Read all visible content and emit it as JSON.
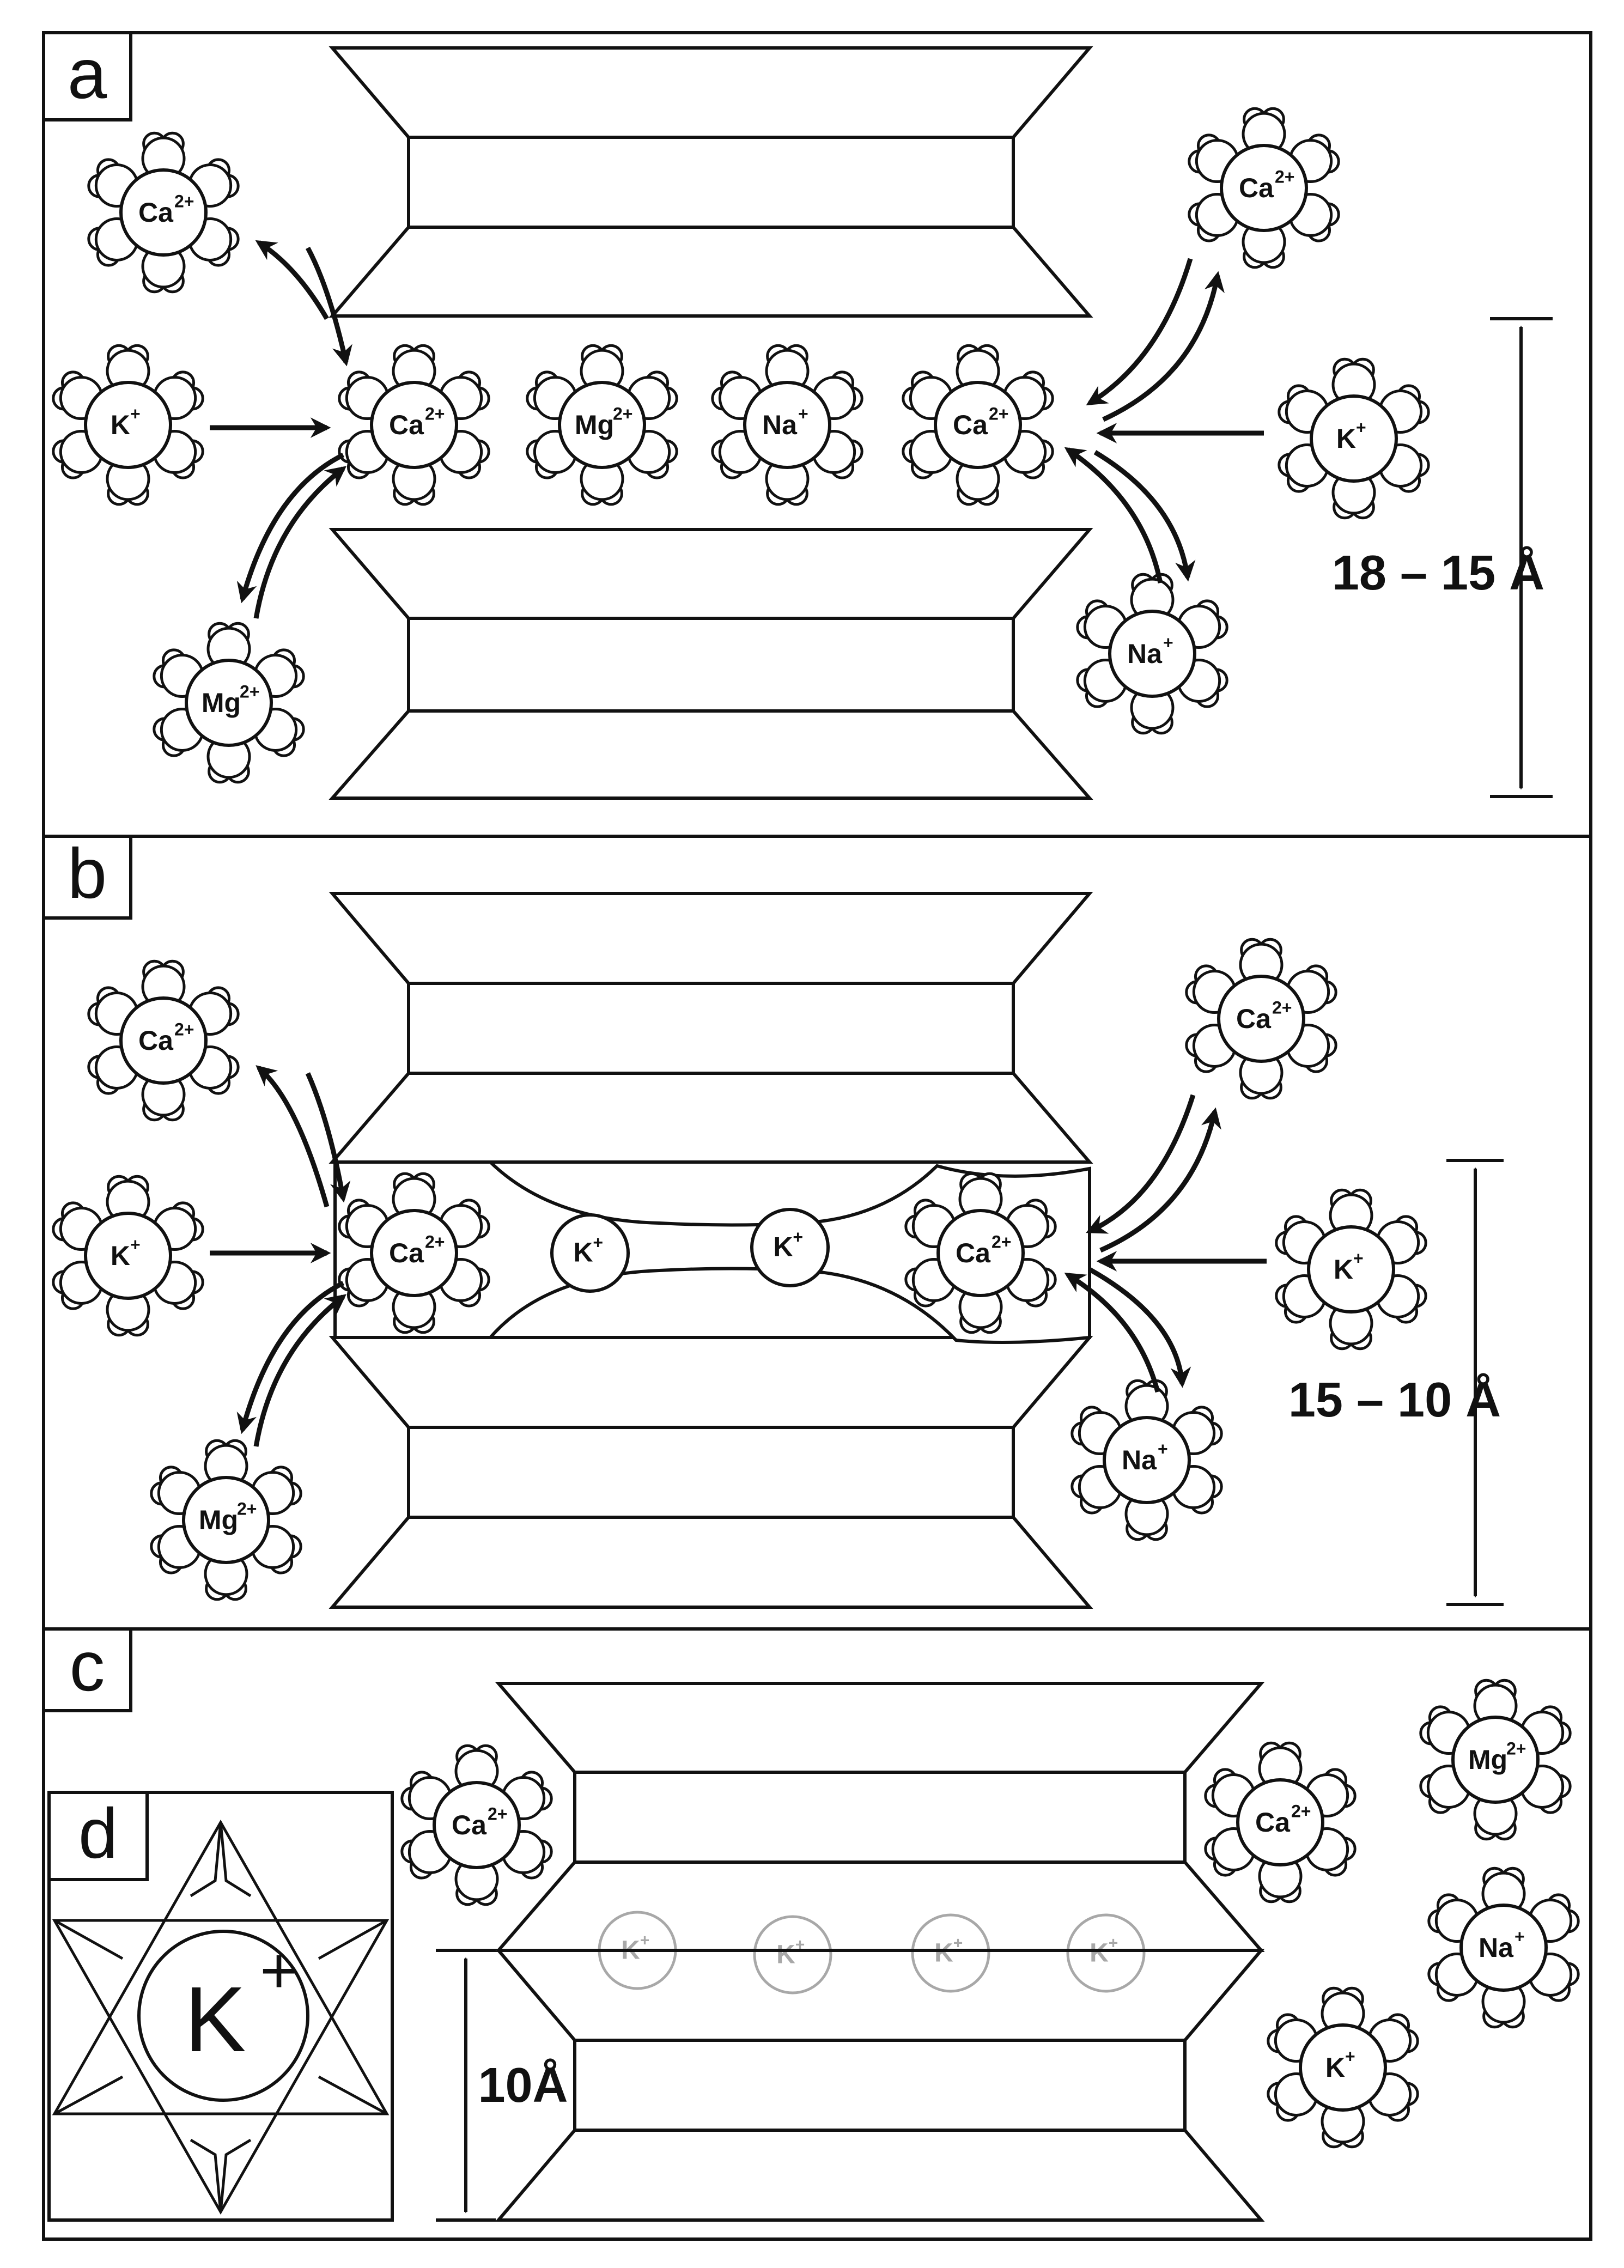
{
  "panels": {
    "a": {
      "label": "a",
      "spacing": "18 – 15 Å",
      "interlayer_ions": [
        "Ca",
        "Mg",
        "Na",
        "Ca"
      ],
      "outer_ions": {
        "left": [
          "Ca",
          "K",
          "Mg"
        ],
        "right": [
          "Ca",
          "K",
          "Na"
        ]
      }
    },
    "b": {
      "label": "b",
      "spacing": "15 – 10 Å",
      "interlayer_ions": [
        "Ca",
        "K",
        "K",
        "Ca"
      ],
      "outer_ions": {
        "left": [
          "Ca",
          "K",
          "Mg"
        ],
        "right": [
          "Ca",
          "K",
          "Na"
        ]
      }
    },
    "c": {
      "label": "c",
      "spacing": "10Å",
      "edge_ions": [
        "Ca",
        "Ca"
      ],
      "fixed_ions": [
        "K",
        "K",
        "K",
        "K"
      ],
      "released_ions": [
        "Mg",
        "Na",
        "K"
      ]
    },
    "d": {
      "label": "d",
      "ion": "K",
      "charge": "+"
    }
  },
  "ions": {
    "Ca": {
      "symbol": "Ca",
      "charge": "2+"
    },
    "Mg": {
      "symbol": "Mg",
      "charge": "2+"
    },
    "Na": {
      "symbol": "Na",
      "charge": "+"
    },
    "K": {
      "symbol": "K",
      "charge": "+"
    }
  },
  "colors": {
    "line": "#111111",
    "faded": "#a8a8a8",
    "background": "#ffffff"
  }
}
